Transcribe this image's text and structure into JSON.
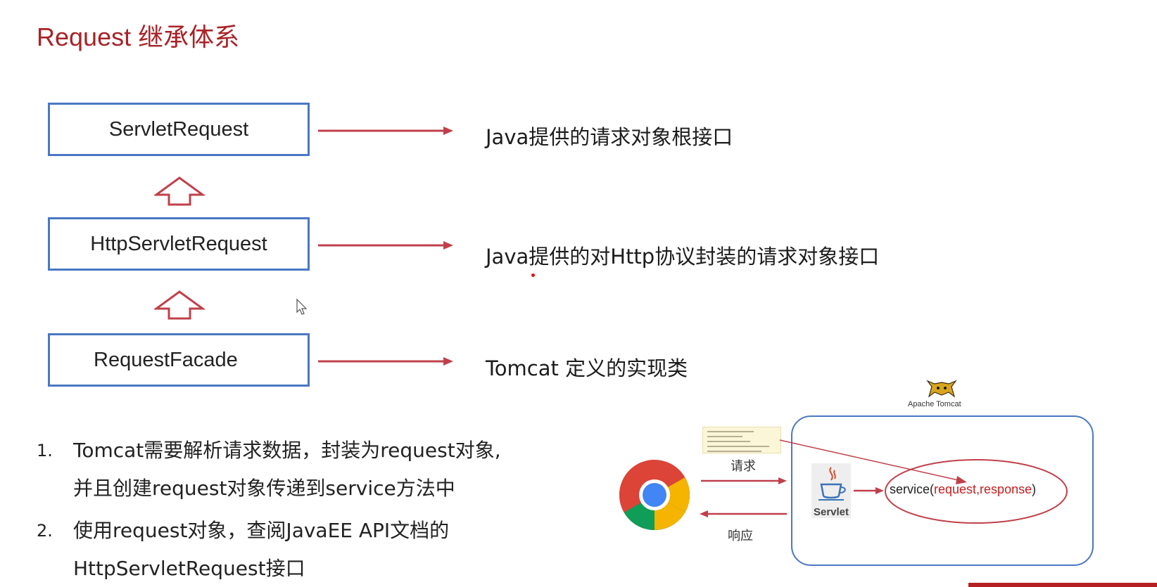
{
  "slide": {
    "title": "Request 继承体系"
  },
  "hierarchy": {
    "boxes": [
      {
        "label": "ServletRequest",
        "description": "Java提供的请求对象根接口"
      },
      {
        "label": "HttpServletRequest",
        "description": "Java提供的对Http协议封装的请求对象接口"
      },
      {
        "label": "RequestFacade",
        "description": "Tomcat 定义的实现类"
      }
    ]
  },
  "notes": {
    "items": [
      {
        "number": "1.",
        "line1": "Tomcat需要解析请求数据，封装为request对象,",
        "line2": "并且创建request对象传递到service方法中"
      },
      {
        "number": "2.",
        "line1": "使用request对象，查阅JavaEE API文档的",
        "line2": "HttpServletRequest接口"
      }
    ]
  },
  "tomcat_diagram": {
    "logo_label": "Apache Tomcat",
    "request_label": "请求",
    "response_label": "响应",
    "servlet_label": "Servlet",
    "service_prefix": "service(",
    "service_args": "request,response",
    "service_suffix": ")"
  },
  "colors": {
    "title": "#a72327",
    "box_border": "#4a78c2",
    "arrow": "#c0404a",
    "accent_red": "#c41e1e"
  }
}
